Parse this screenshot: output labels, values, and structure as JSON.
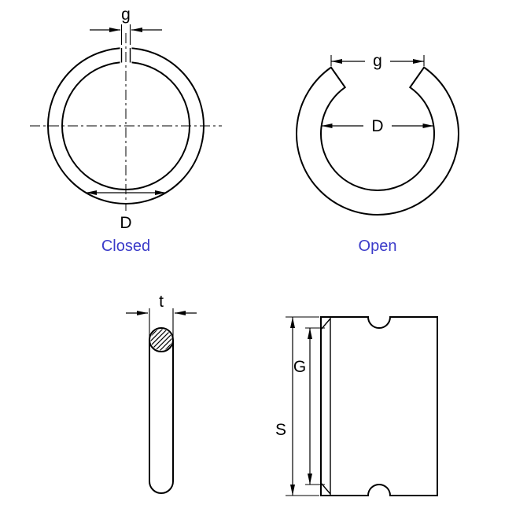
{
  "drawing": {
    "closed": {
      "gap_label": "g",
      "diameter_label": "D",
      "caption": "Closed"
    },
    "open": {
      "gap_label": "g",
      "diameter_label": "D",
      "caption": "Open"
    },
    "wire": {
      "thickness_label": "t"
    },
    "groove": {
      "groove_depth_label": "G",
      "shaft_label": "S"
    }
  },
  "colors": {
    "line": "#000000",
    "caption_blue": "#3b3bc9",
    "background": "#ffffff"
  }
}
